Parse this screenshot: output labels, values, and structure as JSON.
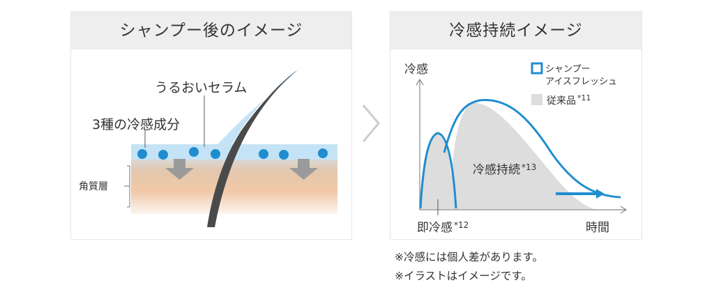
{
  "left": {
    "title": "シャンプー後のイメージ",
    "label_serum": "うるおいセラム",
    "label_cooling": "3種の冷感成分",
    "label_stratum": "角質層"
  },
  "right": {
    "title": "冷感持続イメージ",
    "y_axis_label": "冷感",
    "x_axis_label": "時間",
    "label_immediate": "即冷感",
    "label_immediate_mark": "*12",
    "label_sustained": "冷感持続",
    "label_sustained_mark": "*13",
    "legend": [
      {
        "line1": "シャンプー",
        "line2": "アイスフレッシュ",
        "style": "outline",
        "color": "#1f8dd0"
      },
      {
        "line1": "従来品",
        "mark": "*11",
        "style": "fill",
        "color": "#dddddd"
      }
    ]
  },
  "notes": [
    "※冷感には個人差があります。",
    "※イラストはイメージです。"
  ],
  "colors": {
    "accent_blue": "#1f8dd0",
    "conventional_gray": "#dddddd",
    "serum_light_blue": "#c5e3f6",
    "hair_dark": "#4a4a4a"
  },
  "chart_data": {
    "type": "area",
    "x_label": "時間",
    "y_label": "冷感",
    "series": [
      {
        "name": "シャンプー アイスフレッシュ",
        "style": "line"
      },
      {
        "name": "従来品",
        "style": "area"
      }
    ]
  }
}
